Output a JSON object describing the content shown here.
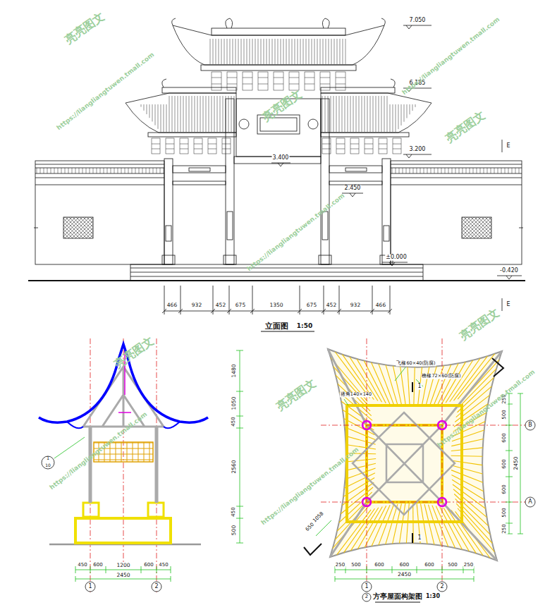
{
  "diagram": {
    "labels": [
      "7.050",
      "6.185",
      "3.200",
      "3.400",
      "2.450",
      "±0.000",
      "-0.420",
      "E",
      "E",
      "466",
      "932",
      "452",
      "675",
      "1350",
      "675",
      "452",
      "932",
      "466",
      "立面图",
      "1:50",
      "1480",
      "1050",
      "450",
      "2560",
      "450",
      "500",
      "450",
      "600",
      "1200",
      "600",
      "450",
      "2450",
      "1",
      "2",
      "1",
      "10",
      "搭角140×140",
      "飞椽60×40(防腐)",
      "檐椽72×60(防腐)",
      "1",
      "1",
      "B",
      "A",
      "250",
      "500",
      "600",
      "600",
      "600",
      "500",
      "250",
      "2450",
      "250",
      "500",
      "600",
      "600",
      "600",
      "500",
      "250",
      "2450",
      "1",
      "2",
      "2",
      "方亭屋面构架图",
      "1:30",
      "1058",
      "650",
      "亮亮图文",
      "亮亮图文",
      "亮亮图文",
      "亮亮图文",
      "亮亮图文",
      "亮亮图文",
      "https://liangliangtuwen.tmall.com",
      "https://liangliangtuwen.tmall.com",
      "https://liangliangtuwen.tmall.com",
      "https://liangliangtuwen.tmall.com",
      "https://liangliangtuwen.tmall.com",
      "https://liangliangtuwen.tmall.com"
    ]
  }
}
